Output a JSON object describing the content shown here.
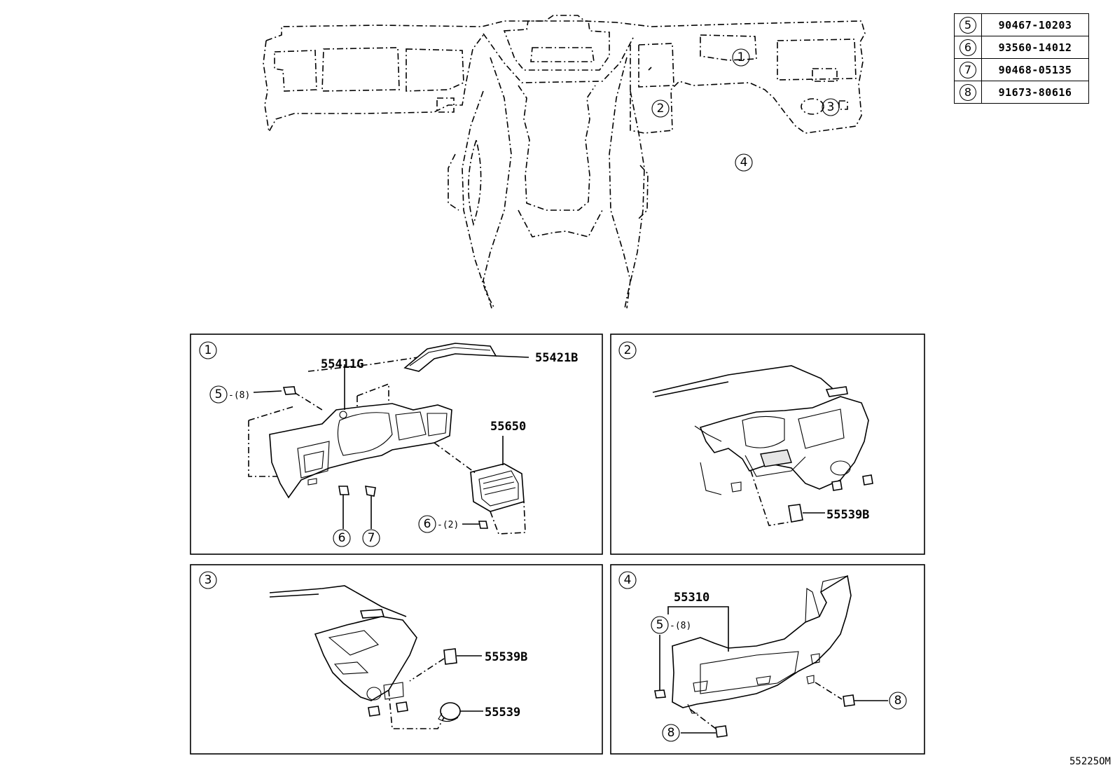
{
  "parts_table": [
    {
      "ref": "5",
      "part_no": "90467-10203"
    },
    {
      "ref": "6",
      "part_no": "93560-14012"
    },
    {
      "ref": "7",
      "part_no": "90468-05135"
    },
    {
      "ref": "8",
      "part_no": "91673-80616"
    }
  ],
  "overview": {
    "callouts": [
      "1",
      "2",
      "3",
      "4"
    ]
  },
  "panel1": {
    "ref": "1",
    "labels": {
      "p55411g": "55411G",
      "p55421b": "55421B",
      "p55650": "55650",
      "ref5": "5",
      "qty5": "-(8)",
      "ref6a": "6",
      "ref7": "7",
      "ref6b": "6",
      "qty6": "-(2)"
    }
  },
  "panel2": {
    "ref": "2",
    "labels": {
      "p55539b": "55539B"
    }
  },
  "panel3": {
    "ref": "3",
    "labels": {
      "p55539b": "55539B",
      "p55539": "55539"
    }
  },
  "panel4": {
    "ref": "4",
    "labels": {
      "p55310": "55310",
      "ref5": "5",
      "qty5": "-(8)",
      "ref8a": "8",
      "ref8b": "8"
    }
  },
  "diagram_code": "55225OM"
}
